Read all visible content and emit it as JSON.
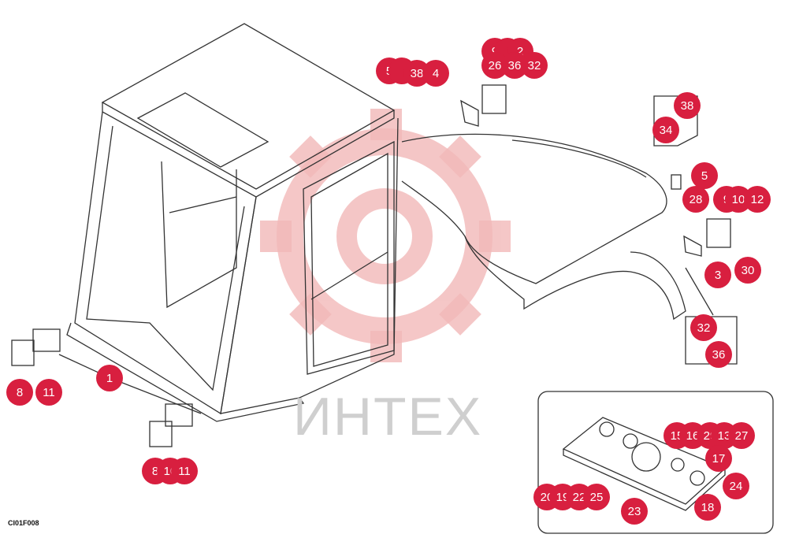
{
  "diagram": {
    "drawing_code": "CI01F008",
    "watermark_text": "ИНТЕХ",
    "watermark_color": "#f2b9b9",
    "callout_color": "#d81f3f",
    "line_color": "#333333"
  },
  "callouts": [
    {
      "label": "5"
    },
    {
      "label": ""
    },
    {
      "label": "38"
    },
    {
      "label": "4"
    },
    {
      "label": "9"
    },
    {
      "label": ""
    },
    {
      "label": "2"
    },
    {
      "label": "26"
    },
    {
      "label": "36"
    },
    {
      "label": "32"
    },
    {
      "label": "38"
    },
    {
      "label": "34"
    },
    {
      "label": "5"
    },
    {
      "label": "28"
    },
    {
      "label": "9"
    },
    {
      "label": "10"
    },
    {
      "label": "12"
    },
    {
      "label": "3"
    },
    {
      "label": "30"
    },
    {
      "label": "32"
    },
    {
      "label": "36"
    },
    {
      "label": "1"
    },
    {
      "label": "8"
    },
    {
      "label": "11"
    },
    {
      "label": "8"
    },
    {
      "label": "10"
    },
    {
      "label": "11"
    },
    {
      "label": "15"
    },
    {
      "label": "16"
    },
    {
      "label": "29"
    },
    {
      "label": "13"
    },
    {
      "label": "27"
    },
    {
      "label": "17"
    },
    {
      "label": "24"
    },
    {
      "label": "20"
    },
    {
      "label": "19"
    },
    {
      "label": "22"
    },
    {
      "label": "25"
    },
    {
      "label": "23"
    },
    {
      "label": "18"
    }
  ]
}
